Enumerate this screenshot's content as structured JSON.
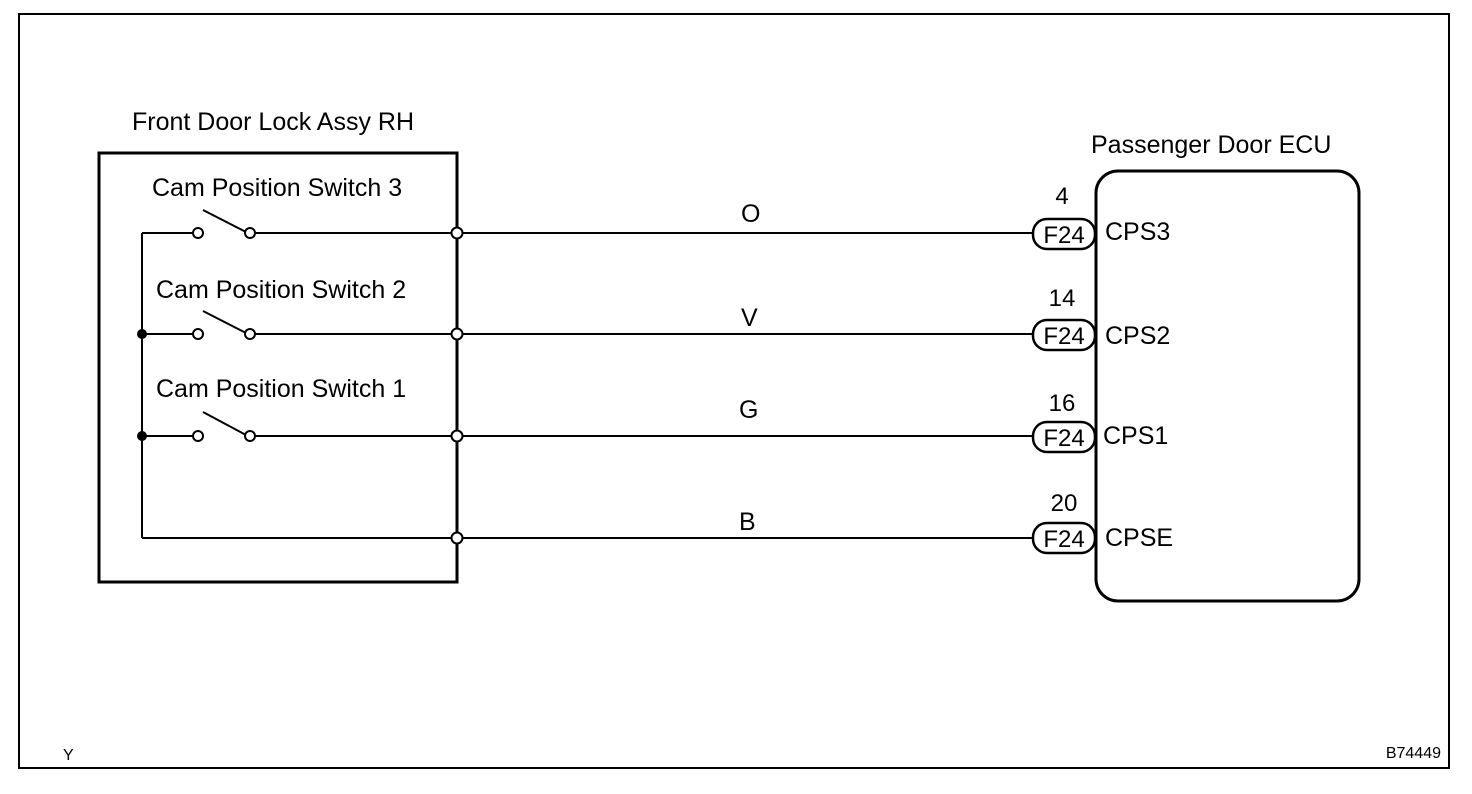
{
  "lock_assy": {
    "title": "Front Door Lock Assy RH"
  },
  "ecu": {
    "title": "Passenger Door ECU"
  },
  "switches": [
    {
      "label": "Cam Position Switch 3"
    },
    {
      "label": "Cam Position Switch 2"
    },
    {
      "label": "Cam Position Switch 1"
    }
  ],
  "wires": [
    {
      "color_code": "O",
      "pin": "4",
      "connector": "F24",
      "terminal": "CPS3"
    },
    {
      "color_code": "V",
      "pin": "14",
      "connector": "F24",
      "terminal": "CPS2"
    },
    {
      "color_code": "G",
      "pin": "16",
      "connector": "F24",
      "terminal": "CPS1"
    },
    {
      "color_code": "B",
      "pin": "20",
      "connector": "F24",
      "terminal": "CPSE"
    }
  ],
  "corner_left": "Y",
  "figure_code": "B74449"
}
